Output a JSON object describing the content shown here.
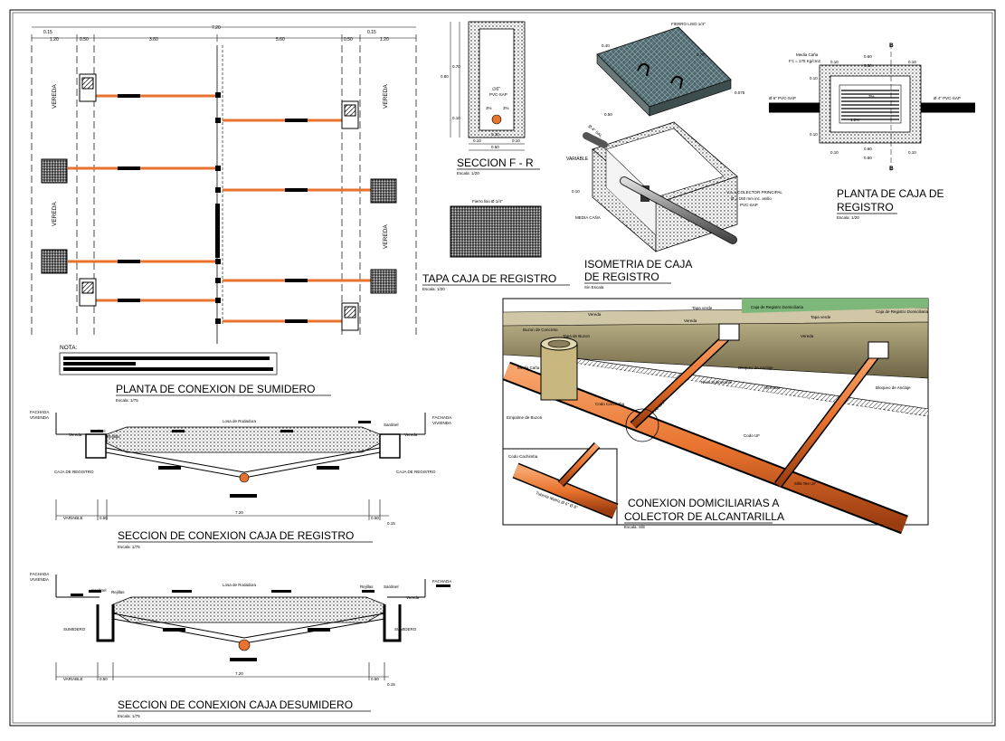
{
  "titles": {
    "plan_sumidero": "PLANTA DE CONEXION DE SUMIDERO",
    "plan_sumidero_scale": "Escala: 1/75",
    "seccion_fr": "SECCION F - R",
    "seccion_fr_scale": "Escala: 1/20",
    "tapa": "TAPA CAJA DE REGISTRO",
    "tapa_scale": "Escala: 1/20",
    "iso_1": "ISOMETRIA DE CAJA",
    "iso_2": "DE REGISTRO",
    "iso_scale": "Sin Escala",
    "planta_caja_1": "PLANTA DE CAJA DE",
    "planta_caja_2": "REGISTRO",
    "planta_caja_scale": "Escala: 1/20",
    "sec_registro": "SECCION DE CONEXION CAJA DE REGISTRO",
    "sec_registro_scale": "Escala: 1/75",
    "sec_sumidero": "SECCION DE CONEXION CAJA DESUMIDERO",
    "sec_sumidero_scale": "Escala: 1/75",
    "conexion_1": "CONEXION DOMICILIARIAS A",
    "conexion_2": "COLECTOR DE ALCANTARILLA",
    "conexion_scale": "Escala: S/E"
  },
  "plan": {
    "nota": "NOTA:",
    "vereda": "VEREDA",
    "dims": {
      "d015": "0.15",
      "d120": "1.20",
      "d050": "0.50",
      "d360": "3.60",
      "d720": "7.20",
      "d560": "5.60"
    }
  },
  "seccion_fr": {
    "diam": "∅6\"",
    "pvc": "PVC-SAP",
    "ang1": "3%",
    "ang2": "3%",
    "h1": "0.70",
    "h2": "0.80",
    "h3": "0.10",
    "w1": "0.30",
    "w2": "0.10",
    "w3": "0.10",
    "w4": "0.50"
  },
  "tapa": {
    "fierro": "Fierro liso Ø 1/4\""
  },
  "iso": {
    "fierro": "FIERRO LISO 1/4\"",
    "d040": "0.40",
    "d070": "0.70",
    "d075": "0.075",
    "d050": "0.50",
    "pvc_sal": "Ø 4\" SAL",
    "variable": "VARIABLE",
    "d010": "0.10",
    "media_cana": "MEDIA CAÑA",
    "colector_1": "V.A.A.COLECTOR PRINCIPAL",
    "colector_2": "Ø = 160 mm inc. anillo",
    "colector_3": "PVC-SAP"
  },
  "planta_caja": {
    "media_cana": "Media Caña",
    "fc": "F'c = 175 Kg/cm2",
    "d6": "Ø 6\" PVC-SAP",
    "d4": "Ø 4\" PVC-SAP",
    "d030": "0.30",
    "d010": "0.10",
    "d080": "0.80",
    "d060": "0.60",
    "pct1": "3%",
    "pct2": "1.2%"
  },
  "sections": {
    "fachada": "FACHADA",
    "vivienda": "VIVIENDA",
    "sardinel": "Sardinel",
    "rejillas": "Rejillas",
    "losa": "Losa de Rodadura",
    "vereda": "Vereda",
    "caja_registro": "CAJA DE REGISTRO",
    "sumidero": "SUMIDERO",
    "variable": "VARIABLE",
    "d050": "0.50",
    "d720": "7.20",
    "d015": "0.15"
  },
  "conexion": {
    "tapa_verde": "Tapa verde",
    "caja_registro_dom": "Caja de Registro Domiciliaria",
    "vereda": "Vereda",
    "buzon_concreto": "Buzon de Concreto",
    "tapa_buzon": "Tapa de Buzon",
    "media_cana": "Media Caña",
    "bloqueo": "Bloqueo de Anclaje",
    "nivel": "Nivel Subrasante",
    "afirmado": "Afirmado",
    "codo_cachimba": "Codo Cachimba",
    "empalme": "Empalme de Buzon",
    "pvc_sap": "PVC-SAP",
    "codo_uf": "Codo UF",
    "silla_tee": "Silla Tee UF",
    "tuberia": "Tuberia Matriz Ø 6\" Ø 8\"",
    "codo_cachimba2": "Codo Cachimba"
  },
  "colors": {
    "pipe": "#e8732e",
    "pipe_dark": "#9a3c10",
    "wall": "#8a7f5a",
    "grass": "#7db77a",
    "line": "#000000"
  }
}
